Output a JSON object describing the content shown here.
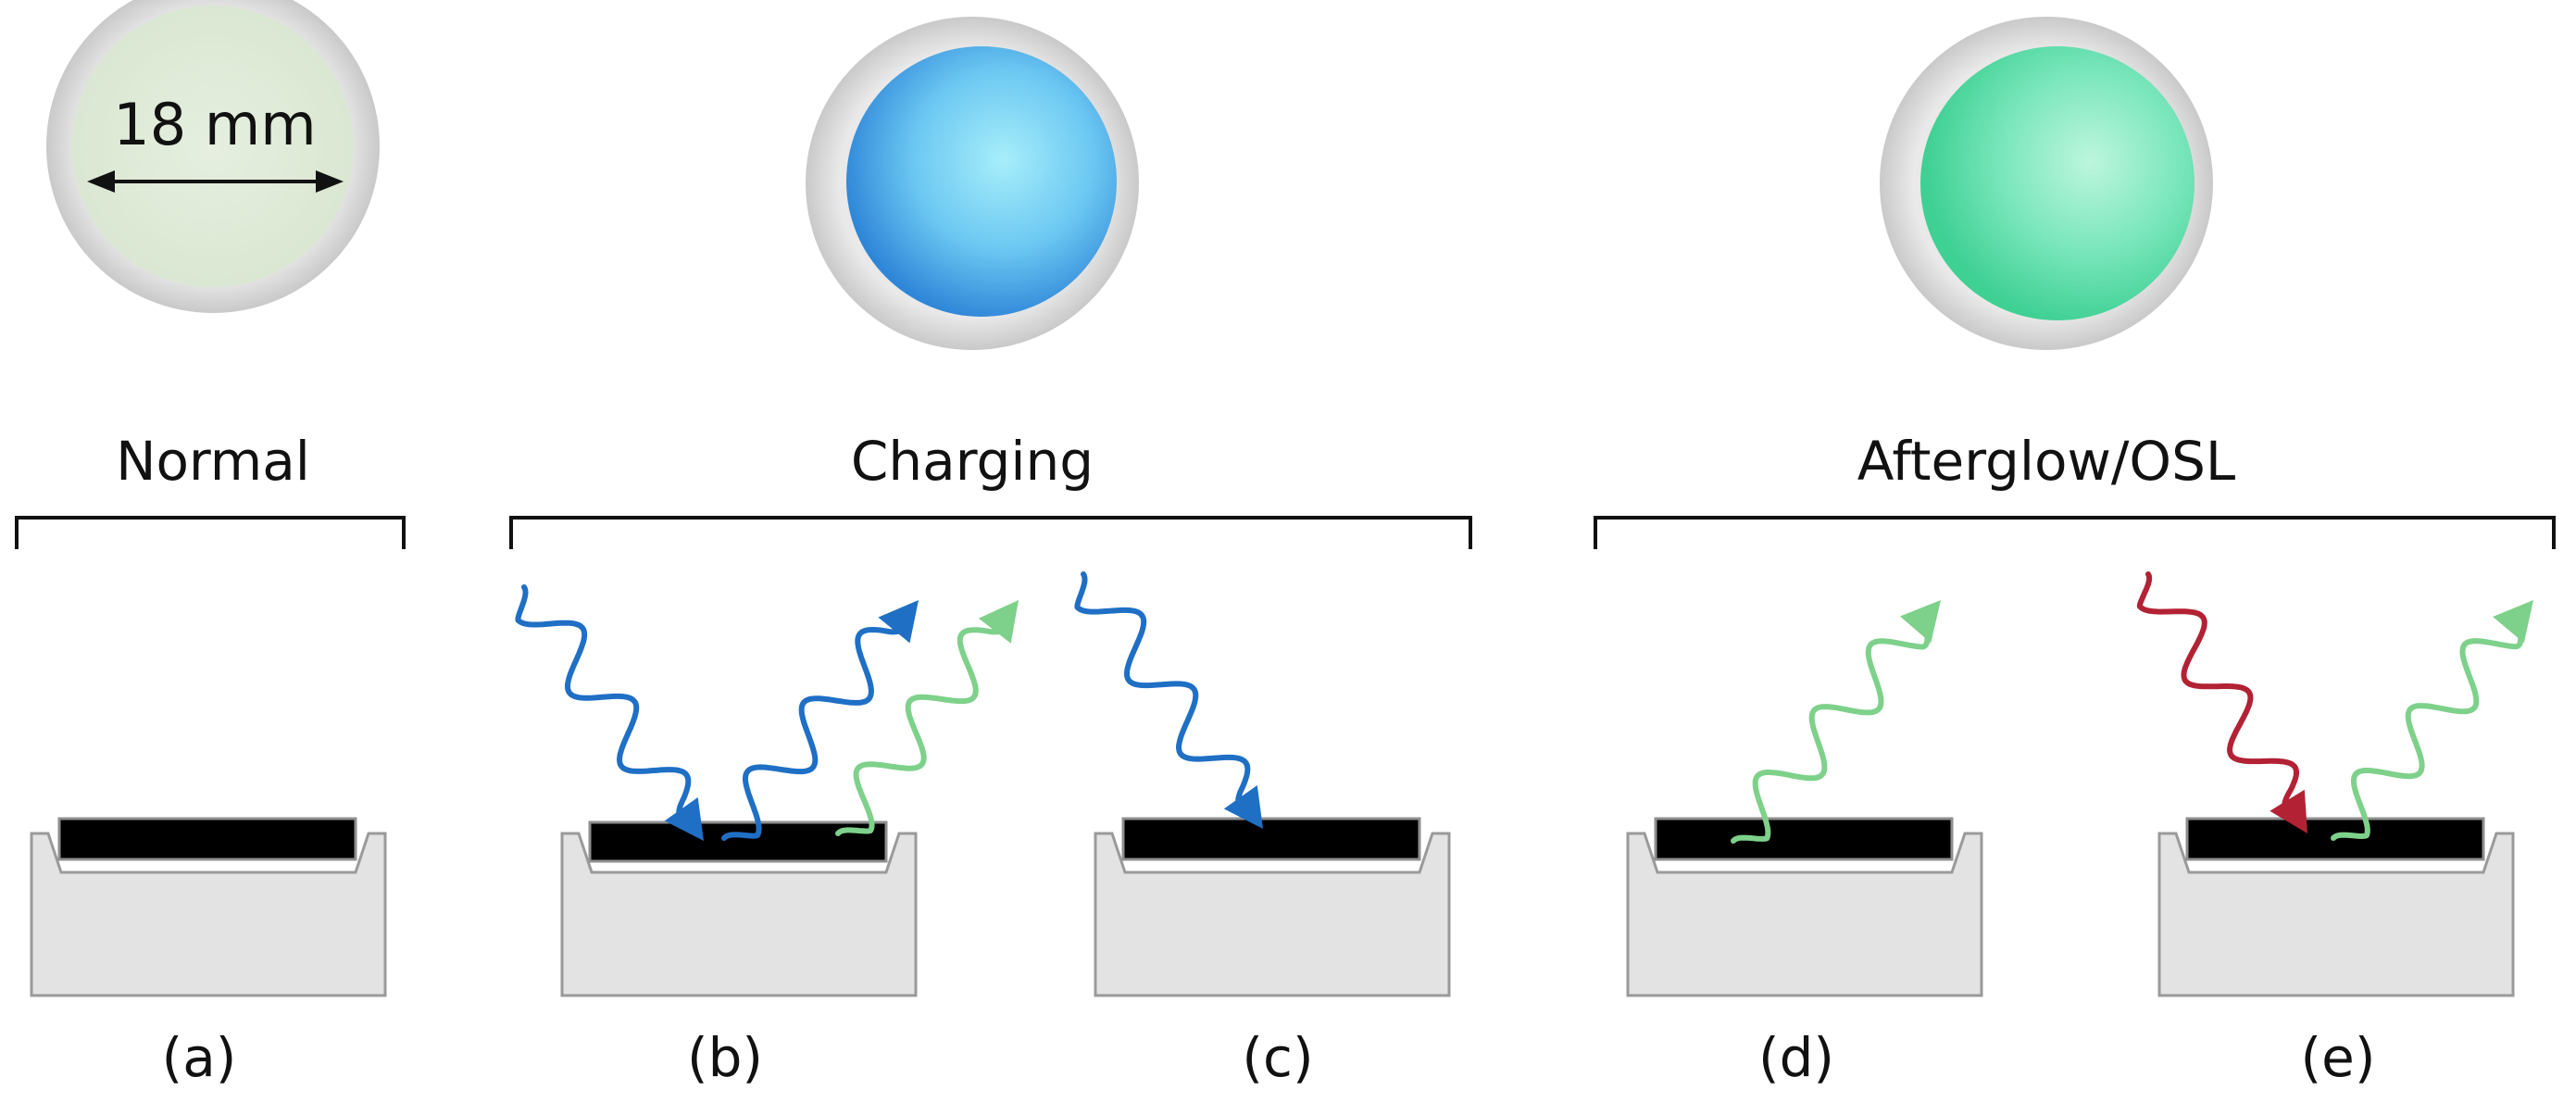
{
  "dimension_label": "18 mm",
  "groups": [
    {
      "key": "normal",
      "label": "Normal"
    },
    {
      "key": "charging",
      "label": "Charging"
    },
    {
      "key": "afterglow",
      "label": "Afterglow/OSL"
    }
  ],
  "panels": [
    {
      "label": "(a)"
    },
    {
      "label": "(b)"
    },
    {
      "label": "(c)"
    },
    {
      "label": "(d)"
    },
    {
      "label": "(e)"
    }
  ],
  "colors": {
    "sample_fill": "#deeed6",
    "holder_fill": "#e3e3e3",
    "excitation_blue": "#1f6fc5",
    "emission_green": "#7ed18a",
    "stimulation_red": "#b22234",
    "glow_blue": "#5ab9ee",
    "glow_green": "#66e2b0"
  }
}
